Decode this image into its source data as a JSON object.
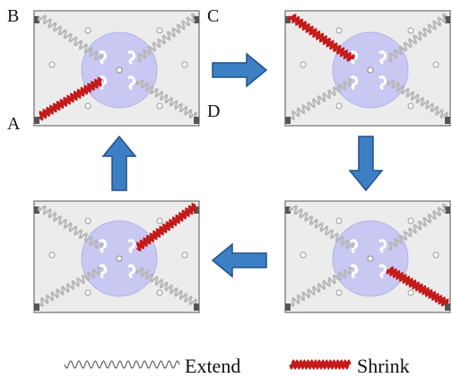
{
  "corner_labels": {
    "a": "A",
    "b": "B",
    "c": "C",
    "d": "D"
  },
  "colors": {
    "plate_fill": "#ececec",
    "plate_stroke": "#8a8a8a",
    "disk_fill": "#c9c8f2",
    "disk_stroke": "#b3b1e6",
    "spring_extend": "#b5b5b5",
    "spring_shrink": "#c41a1a",
    "arrow_fill": "#3c7fc4",
    "arrow_stroke": "#22518a"
  },
  "panels": [
    {
      "name": "panel-top-left",
      "shrink_spring": "A"
    },
    {
      "name": "panel-top-right",
      "shrink_spring": "B"
    },
    {
      "name": "panel-bottom-right",
      "shrink_spring": "D"
    },
    {
      "name": "panel-bottom-left",
      "shrink_spring": "C"
    }
  ],
  "arrows": [
    {
      "name": "arrow-right",
      "direction": "right"
    },
    {
      "name": "arrow-down",
      "direction": "down"
    },
    {
      "name": "arrow-left",
      "direction": "left"
    },
    {
      "name": "arrow-up",
      "direction": "up"
    }
  ],
  "legend": {
    "extend": "Extend",
    "shrink": "Shrink"
  }
}
